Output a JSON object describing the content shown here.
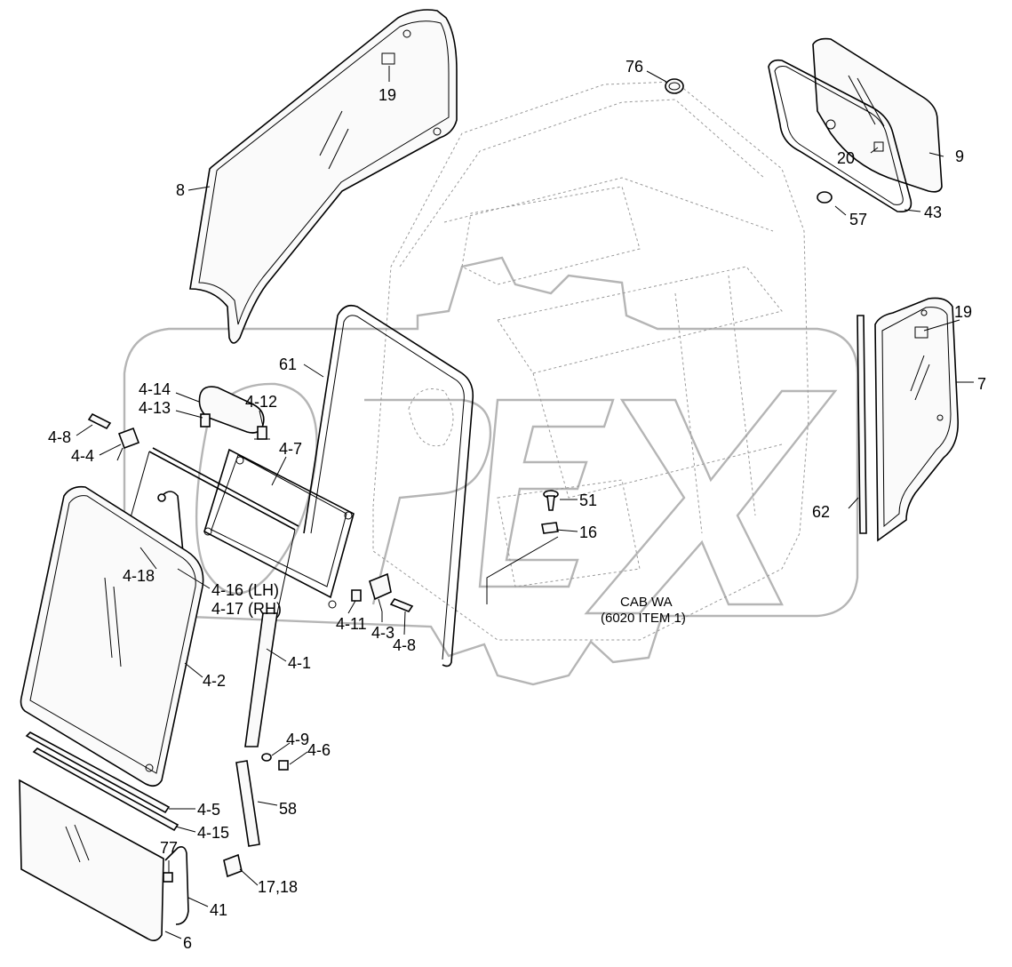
{
  "diagram": {
    "labels": {
      "p76": "76",
      "p19a": "19",
      "p8": "8",
      "p9": "9",
      "p20": "20",
      "p43": "43",
      "p57": "57",
      "p19b": "19",
      "p61": "61",
      "p7": "7",
      "p4_14": "4-14",
      "p4_13": "4-13",
      "p4_12": "4-12",
      "p4_8a": "4-8",
      "p4_4": "4-4",
      "p4_7": "4-7",
      "p51": "51",
      "p16": "16",
      "p62": "62",
      "p4_18": "4-18",
      "p4_16": "4-16 (LH)",
      "p4_17": "4-17 (RH)",
      "p4_11": "4-11",
      "p4_3": "4-3",
      "p4_8b": "4-8",
      "p4_2": "4-2",
      "p4_1": "4-1",
      "p4_9": "4-9",
      "p4_6": "4-6",
      "p58": "58",
      "p4_5": "4-5",
      "p4_15": "4-15",
      "p77": "77",
      "p17_18": "17,18",
      "p41": "41",
      "p6": "6",
      "cab1": "CAB WA",
      "cab2": "(6020 ITEM 1)"
    },
    "watermark_color": "#b5b5b5"
  }
}
